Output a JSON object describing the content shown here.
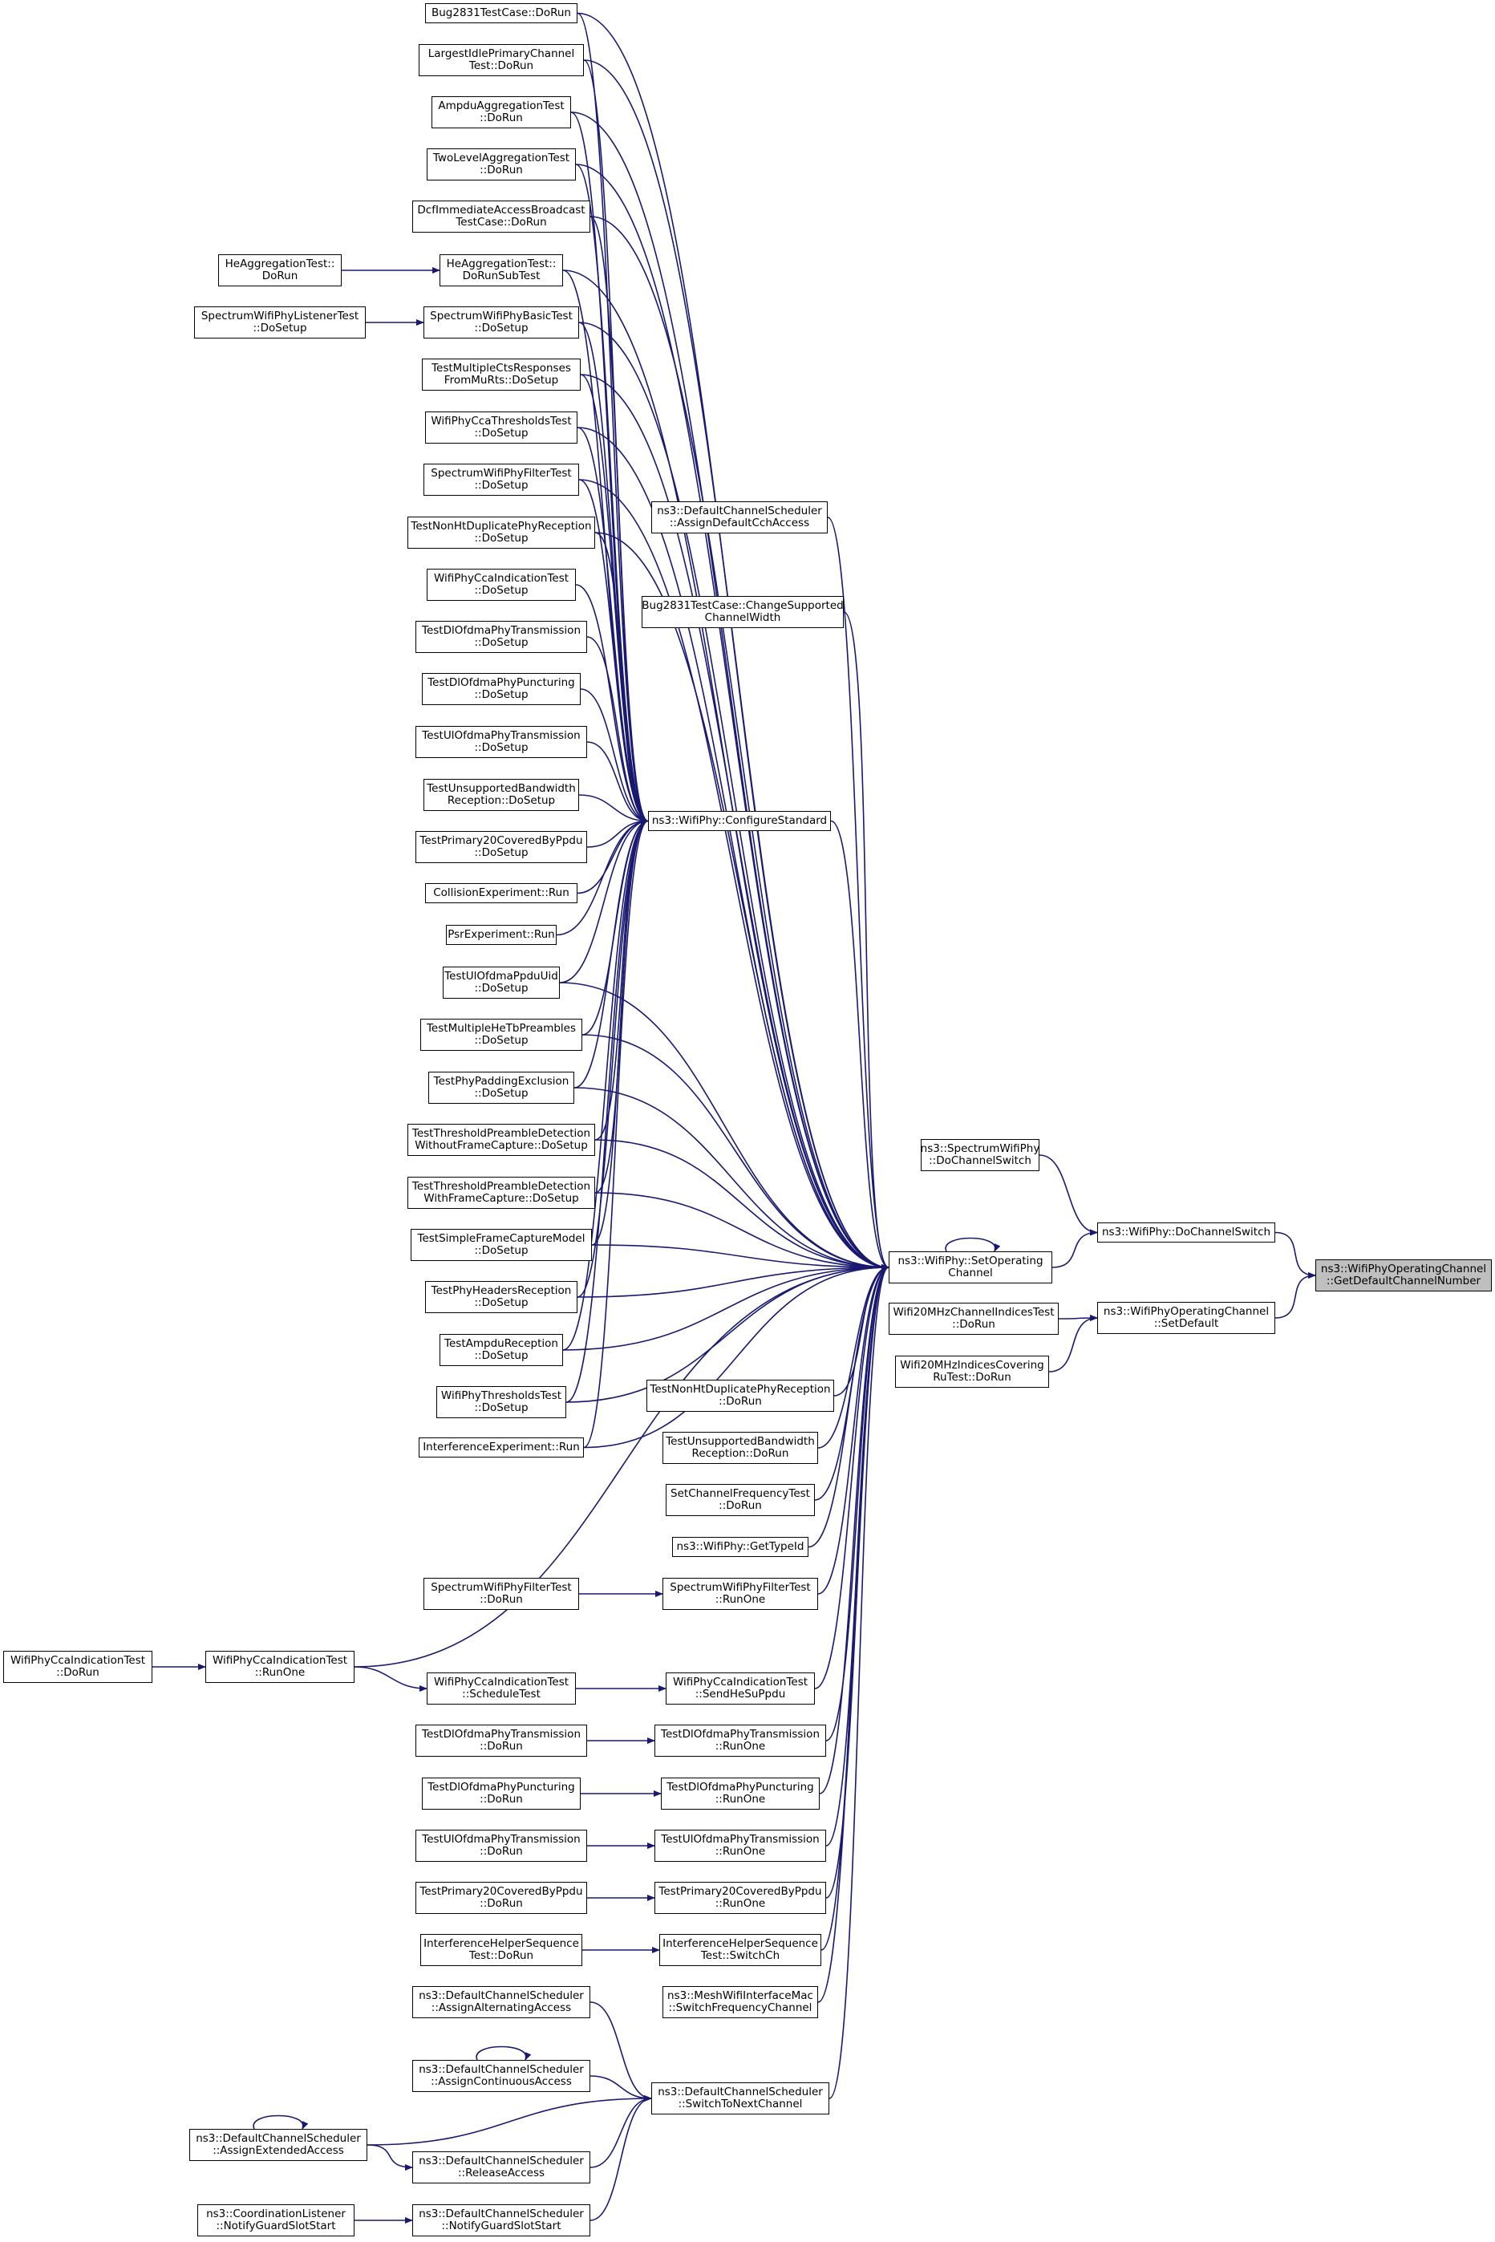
{
  "colors": {
    "edge": "#191970",
    "node_border": "#000000",
    "node_fill": "#ffffff",
    "focus_fill": "#bfbfbf"
  },
  "nodes": {
    "target": "ns3::WifiPhyOperatingChannel\n::GetDefaultChannelNumber",
    "do_channel_switch": "ns3::WifiPhy::DoChannelSwitch",
    "set_default": "ns3::WifiPhyOperatingChannel\n::SetDefault",
    "spectrum_do_channel_switch": "ns3::SpectrumWifiPhy\n::DoChannelSwitch",
    "set_operating_channel": "ns3::WifiPhy::SetOperating\nChannel",
    "wifi20_indices_test": "Wifi20MHzChannelIndicesTest\n::DoRun",
    "wifi20_covering_test": "Wifi20MHzIndicesCovering\nRuTest::DoRun",
    "configure_standard": "ns3::WifiPhy::ConfigureStandard",
    "assign_default_cch": "ns3::DefaultChannelScheduler\n::AssignDefaultCchAccess",
    "bug2831_change_width": "Bug2831TestCase::ChangeSupported\nChannelWidth",
    "cs_bug2831_dorun": "Bug2831TestCase::DoRun",
    "cs_largest_idle": "LargestIdlePrimaryChannel\nTest::DoRun",
    "cs_ampdu_aggregation": "AmpduAggregationTest\n::DoRun",
    "cs_two_level_aggregation": "TwoLevelAggregationTest\n::DoRun",
    "cs_dcf_immediate": "DcfImmediateAccessBroadcast\nTestCase::DoRun",
    "cs_he_aggregation_subtest": "HeAggregationTest::\nDoRunSubTest",
    "he_aggregation_dorun": "HeAggregationTest::\nDoRun",
    "cs_spectrum_basic_setup": "SpectrumWifiPhyBasicTest\n::DoSetup",
    "spectrum_listener_setup": "SpectrumWifiPhyListenerTest\n::DoSetup",
    "cs_multiple_cts": "TestMultipleCtsResponses\nFromMuRts::DoSetup",
    "cs_cca_thresholds": "WifiPhyCcaThresholdsTest\n::DoSetup",
    "cs_spectrum_filter_setup": "SpectrumWifiPhyFilterTest\n::DoSetup",
    "cs_nonht_duplicate_setup": "TestNonHtDuplicatePhyReception\n::DoSetup",
    "cs_cca_indication_setup": "WifiPhyCcaIndicationTest\n::DoSetup",
    "cs_dl_ofdma_tx_setup": "TestDlOfdmaPhyTransmission\n::DoSetup",
    "cs_dl_ofdma_punct_setup": "TestDlOfdmaPhyPuncturing\n::DoSetup",
    "cs_ul_ofdma_tx_setup": "TestUlOfdmaPhyTransmission\n::DoSetup",
    "cs_unsupported_bw_setup": "TestUnsupportedBandwidth\nReception::DoSetup",
    "cs_primary20_setup": "TestPrimary20CoveredByPpdu\n::DoSetup",
    "cs_collision_experiment": "CollisionExperiment::Run",
    "cs_psr_experiment": "PsrExperiment::Run",
    "ul_ofdma_ppdu_uid": "TestUlOfdmaPpduUid\n::DoSetup",
    "multiple_he_tb": "TestMultipleHeTbPreambles\n::DoSetup",
    "phy_padding_exclusion": "TestPhyPaddingExclusion\n::DoSetup",
    "threshold_without_capture": "TestThresholdPreambleDetection\nWithoutFrameCapture::DoSetup",
    "threshold_with_capture": "TestThresholdPreambleDetection\nWithFrameCapture::DoSetup",
    "simple_frame_capture": "TestSimpleFrameCaptureModel\n::DoSetup",
    "phy_headers_reception": "TestPhyHeadersReception\n::DoSetup",
    "ampdu_reception": "TestAmpduReception\n::DoSetup",
    "wifi_phy_thresholds": "WifiPhyThresholdsTest\n::DoSetup",
    "interference_experiment": "InterferenceExperiment::Run",
    "nonht_duplicate_dorun": "TestNonHtDuplicatePhyReception\n::DoRun",
    "unsupported_bw_dorun": "TestUnsupportedBandwidth\nReception::DoRun",
    "set_channel_frequency": "SetChannelFrequencyTest\n::DoRun",
    "get_type_id": "ns3::WifiPhy::GetTypeId",
    "spectrum_filter_runone": "SpectrumWifiPhyFilterTest\n::RunOne",
    "spectrum_filter_dorun": "SpectrumWifiPhyFilterTest\n::DoRun",
    "cca_indication_runone": "WifiPhyCcaIndicationTest\n::RunOne",
    "cca_indication_dorun": "WifiPhyCcaIndicationTest\n::DoRun",
    "cca_schedule_test": "WifiPhyCcaIndicationTest\n::ScheduleTest",
    "cca_send_he_su": "WifiPhyCcaIndicationTest\n::SendHeSuPpdu",
    "dl_ofdma_tx_runone": "TestDlOfdmaPhyTransmission\n::RunOne",
    "dl_ofdma_tx_dorun": "TestDlOfdmaPhyTransmission\n::DoRun",
    "dl_ofdma_punct_runone": "TestDlOfdmaPhyPuncturing\n::RunOne",
    "dl_ofdma_punct_dorun": "TestDlOfdmaPhyPuncturing\n::DoRun",
    "ul_ofdma_tx_runone": "TestUlOfdmaPhyTransmission\n::RunOne",
    "ul_ofdma_tx_dorun": "TestUlOfdmaPhyTransmission\n::DoRun",
    "primary20_runone": "TestPrimary20CoveredByPpdu\n::RunOne",
    "primary20_dorun": "TestPrimary20CoveredByPpdu\n::DoRun",
    "interference_switch_ch": "InterferenceHelperSequence\nTest::SwitchCh",
    "interference_seq_dorun": "InterferenceHelperSequence\nTest::DoRun",
    "mesh_switch_frequency": "ns3::MeshWifiInterfaceMac\n::SwitchFrequencyChannel",
    "assign_alternating": "ns3::DefaultChannelScheduler\n::AssignAlternatingAccess",
    "assign_continuous": "ns3::DefaultChannelScheduler\n::AssignContinuousAccess",
    "switch_to_next_channel": "ns3::DefaultChannelScheduler\n::SwitchToNextChannel",
    "assign_extended": "ns3::DefaultChannelScheduler\n::AssignExtendedAccess",
    "release_access": "ns3::DefaultChannelScheduler\n::ReleaseAccess",
    "notify_guard_slot_scheduler": "ns3::DefaultChannelScheduler\n::NotifyGuardSlotStart",
    "coordination_listener": "ns3::CoordinationListener\n::NotifyGuardSlotStart"
  }
}
